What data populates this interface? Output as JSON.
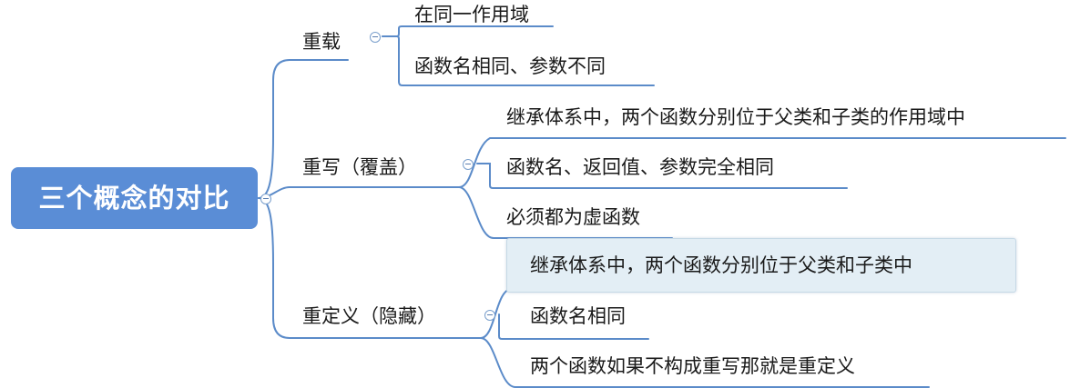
{
  "root": {
    "label": "三个概念的对比"
  },
  "branches": [
    {
      "label": "重载",
      "children": [
        "在同一作用域",
        "函数名相同、参数不同"
      ]
    },
    {
      "label": "重写（覆盖）",
      "children": [
        "继承体系中，两个函数分别位于父类和子类的作用域中",
        "函数名、返回值、参数完全相同",
        "必须都为虚函数"
      ]
    },
    {
      "label": "重定义（隐藏）",
      "children": [
        "继承体系中，两个函数分别位于父类和子类中",
        "函数名相同",
        "两个函数如果不构成重写那就是重定义"
      ]
    }
  ],
  "colors": {
    "root_fill": "#5a8dd6",
    "line": "#5b8bc9",
    "selected_fill": "#e3eef5"
  },
  "selected": "branches.2.children.0"
}
